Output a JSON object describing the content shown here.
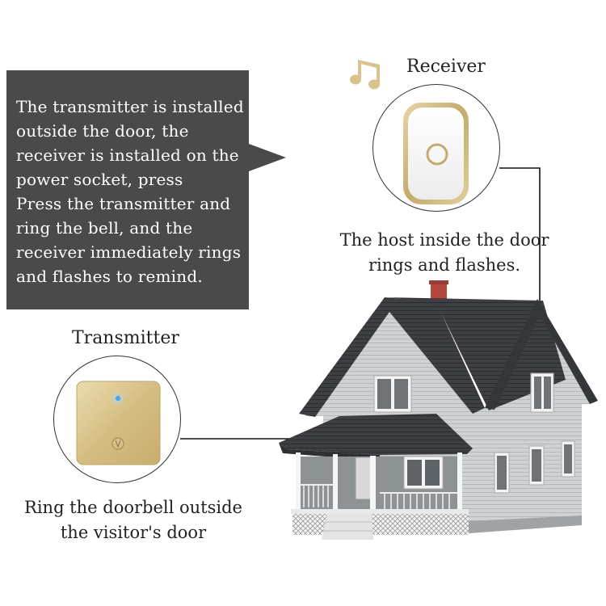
{
  "callout": {
    "text": "The transmitter is installed outside the door, the receiver is installed on the power socket, press\nPress the transmitter and ring the bell, and the receiver immediately rings and flashes to remind."
  },
  "receiver": {
    "title": "Receiver",
    "caption_line1": "The host inside the door",
    "caption_line2": "rings and flashes."
  },
  "transmitter": {
    "title": "Transmitter",
    "caption_line1": "Ring the doorbell outside",
    "caption_line2": "the visitor's door"
  },
  "colors": {
    "callout_bg": "#4a4a4a",
    "gold": "#c8b27a",
    "roof": "#3b3d40",
    "siding": "#c9ccce",
    "chimney": "#b5473e",
    "music_note": "#d8c08a"
  },
  "icons": [
    "music-note-icon",
    "receiver-device",
    "transmitter-device",
    "house-illustration"
  ]
}
